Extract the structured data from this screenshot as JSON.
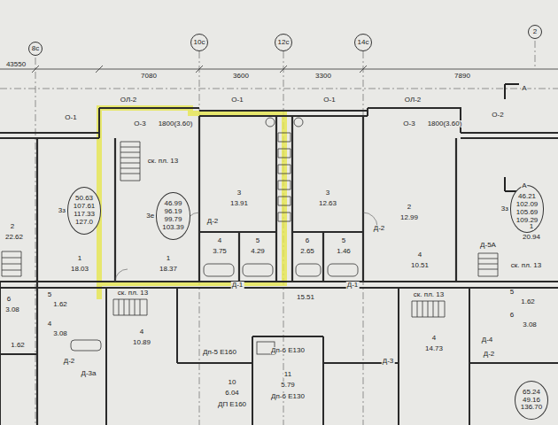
{
  "diagram": {
    "nodes": [
      {
        "text": [
          "8с"
        ]
      },
      {
        "text": [
          "10с"
        ]
      },
      {
        "text": [
          "12с"
        ]
      },
      {
        "text": [
          "14с"
        ]
      },
      {
        "text": [
          "2"
        ]
      },
      {
        "text": [
          "3з",
          "50.63 107.61 117.33 127.0"
        ]
      },
      {
        "text": [
          "3е",
          "46.99 96.19 99.79 103.39"
        ]
      },
      {
        "text": [
          "3з",
          "46.21 102.09 105.69 109.29"
        ]
      },
      {
        "text": [
          "65.24 49.16 136.70"
        ]
      }
    ],
    "labels": [
      "43550",
      "7080",
      "3600",
      "3300",
      "7890",
      "А",
      "А",
      "ОЛ-2",
      "О-1",
      "О-3",
      "1800(3.60)",
      "О-1",
      "О-1",
      "ОЛ-2",
      "О-3",
      "1800(3.60)",
      "О-2",
      "ск. пл. 13",
      "2",
      "22.62",
      "1",
      "18.03",
      "1",
      "18.37",
      "3",
      "13.91",
      "3",
      "12.63",
      "2",
      "12.99",
      "1",
      "20.94",
      "Д-2",
      "Д-2",
      "Д-5А",
      "4",
      "3.75",
      "5",
      "4.29",
      "5",
      "1.46",
      "6",
      "2.65",
      "4",
      "10.51",
      "15.51",
      "ск. пл. 13",
      "ск. пл. 13",
      "ск. пл. 13",
      "5",
      "1.62",
      "6",
      "3.08",
      "4",
      "3.08",
      "1.62",
      "4",
      "10.89",
      "4",
      "14.73",
      "5",
      "1.62",
      "6",
      "3.08",
      "Дп-5 Е160",
      "Дп-6 Е130",
      "11",
      "5.79",
      "Дп-6 Е130",
      "10",
      "6.04",
      "ДП Е160",
      "Д-1",
      "Д-1",
      "Д-2",
      "Д-3а",
      "Д-3",
      "Д-2",
      "Д-4"
    ]
  }
}
